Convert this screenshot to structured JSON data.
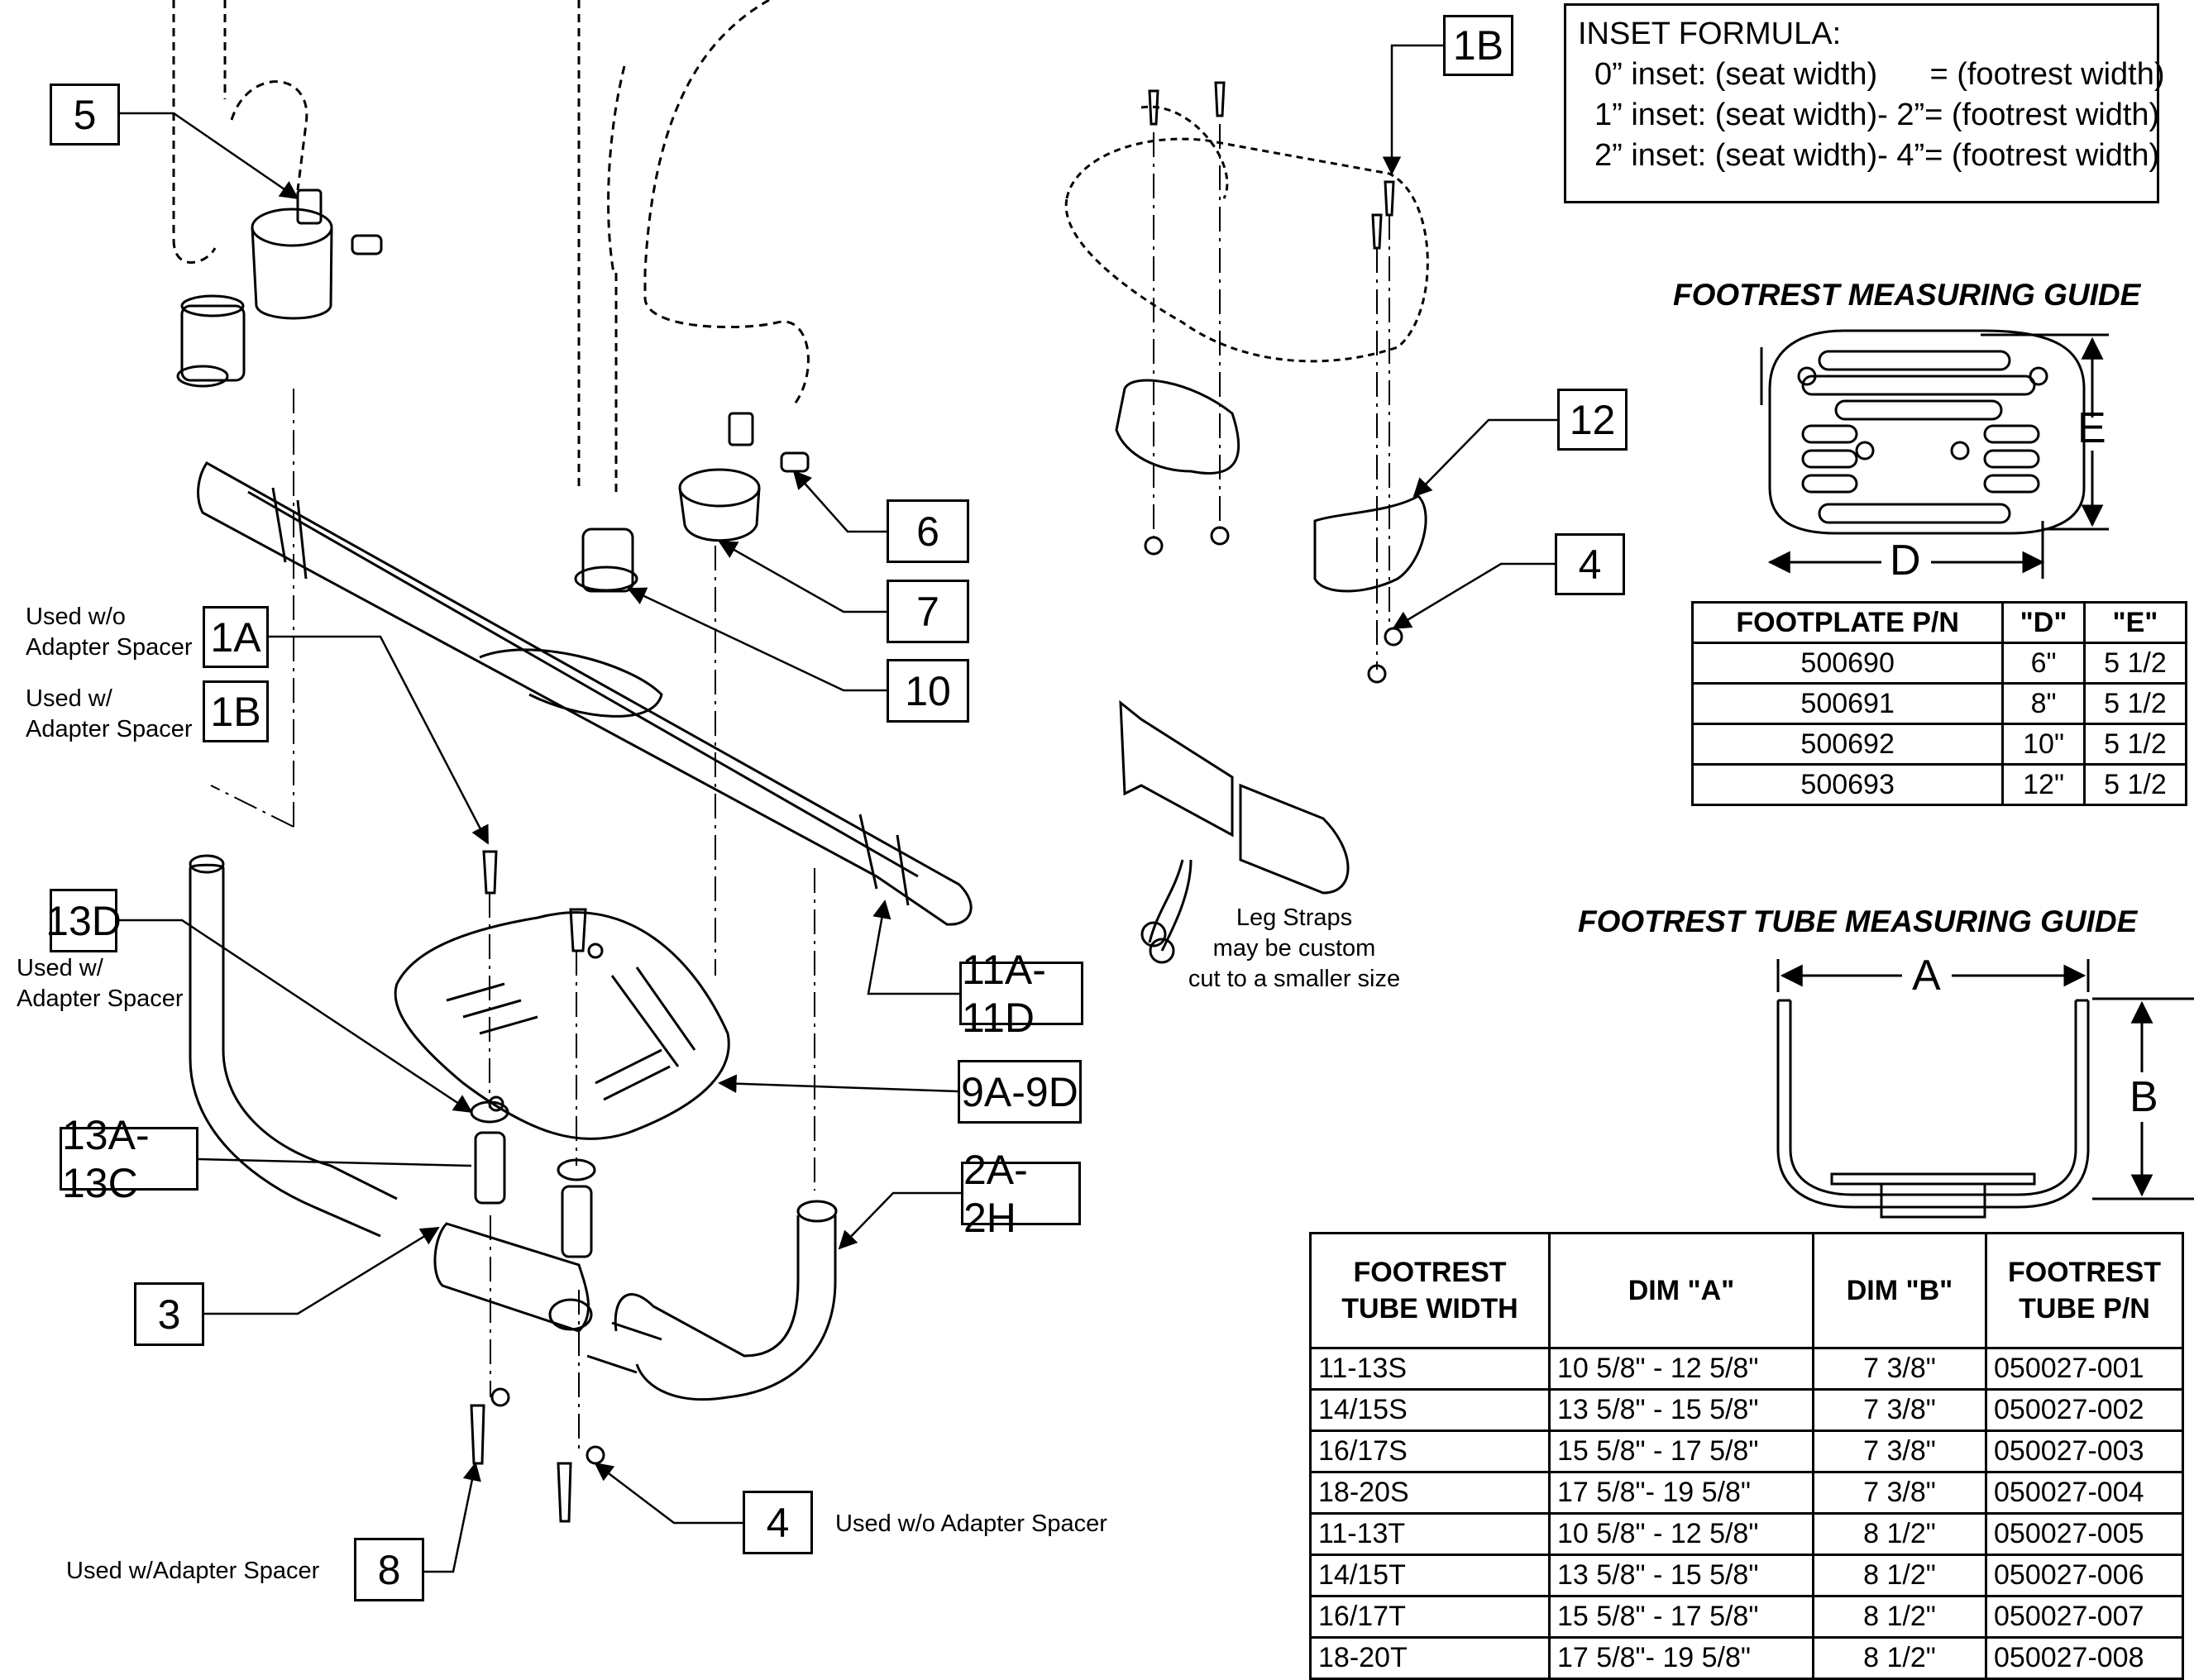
{
  "callouts": {
    "c5": "5",
    "c1B_top": "1B",
    "c12": "12",
    "c6": "6",
    "c4_right": "4",
    "c7": "7",
    "c1A": "1A",
    "c1B": "1B",
    "c10": "10",
    "c13D": "13D",
    "c11": "11A-11D",
    "c9": "9A-9D",
    "c13A": "13A-13C",
    "c2": "2A-2H",
    "c3": "3",
    "c4_bottom": "4",
    "c8": "8"
  },
  "notes": {
    "used_wo_adapter_1A": "Used w/o\nAdapter Spacer",
    "used_w_adapter_1B": "Used w/\nAdapter Spacer",
    "used_w_adapter_13D": "Used w/\nAdapter Spacer",
    "leg_straps": "Leg Straps\nmay be custom\ncut to a smaller size",
    "used_wo_adapter_4": "Used w/o Adapter Spacer",
    "used_w_adapter_8": "Used w/Adapter Spacer"
  },
  "inset_formula": {
    "title": "INSET FORMULA:",
    "rows": [
      "0” inset: (seat width)      = (footrest width)",
      "1” inset: (seat width)- 2”= (footrest width)",
      "2” inset: (seat width)- 4”= (footrest width)"
    ]
  },
  "footrest_guide": {
    "title": "FOOTREST MEASURING GUIDE",
    "dim_d": "D",
    "dim_e": "E",
    "headers": [
      "FOOTPLATE P/N",
      "\"D\"",
      "\"E\""
    ],
    "rows": [
      [
        "500690",
        "6\"",
        "5 1/2"
      ],
      [
        "500691",
        "8\"",
        "5 1/2"
      ],
      [
        "500692",
        "10\"",
        "5 1/2"
      ],
      [
        "500693",
        "12\"",
        "5 1/2"
      ]
    ]
  },
  "tube_guide": {
    "title": "FOOTREST TUBE MEASURING GUIDE",
    "dim_a": "A",
    "dim_b": "B",
    "headers": [
      "FOOTREST TUBE WIDTH",
      "DIM \"A\"",
      "DIM \"B\"",
      "FOOTREST TUBE P/N"
    ],
    "rows": [
      [
        "11-13S",
        "10 5/8\" - 12 5/8\"",
        "7 3/8\"",
        "050027-001"
      ],
      [
        "14/15S",
        "13 5/8\" - 15 5/8\"",
        "7 3/8\"",
        "050027-002"
      ],
      [
        "16/17S",
        "15 5/8\" - 17 5/8\"",
        "7 3/8\"",
        "050027-003"
      ],
      [
        "18-20S",
        "17 5/8\"- 19 5/8\"",
        "7 3/8\"",
        "050027-004"
      ],
      [
        "11-13T",
        "10 5/8\" - 12 5/8\"",
        "8 1/2\"",
        "050027-005"
      ],
      [
        "14/15T",
        "13 5/8\" - 15 5/8\"",
        "8 1/2\"",
        "050027-006"
      ],
      [
        "16/17T",
        "15 5/8\" - 17 5/8\"",
        "8 1/2\"",
        "050027-007"
      ],
      [
        "18-20T",
        "17 5/8\"- 19 5/8\"",
        "8 1/2\"",
        "050027-008"
      ]
    ]
  }
}
